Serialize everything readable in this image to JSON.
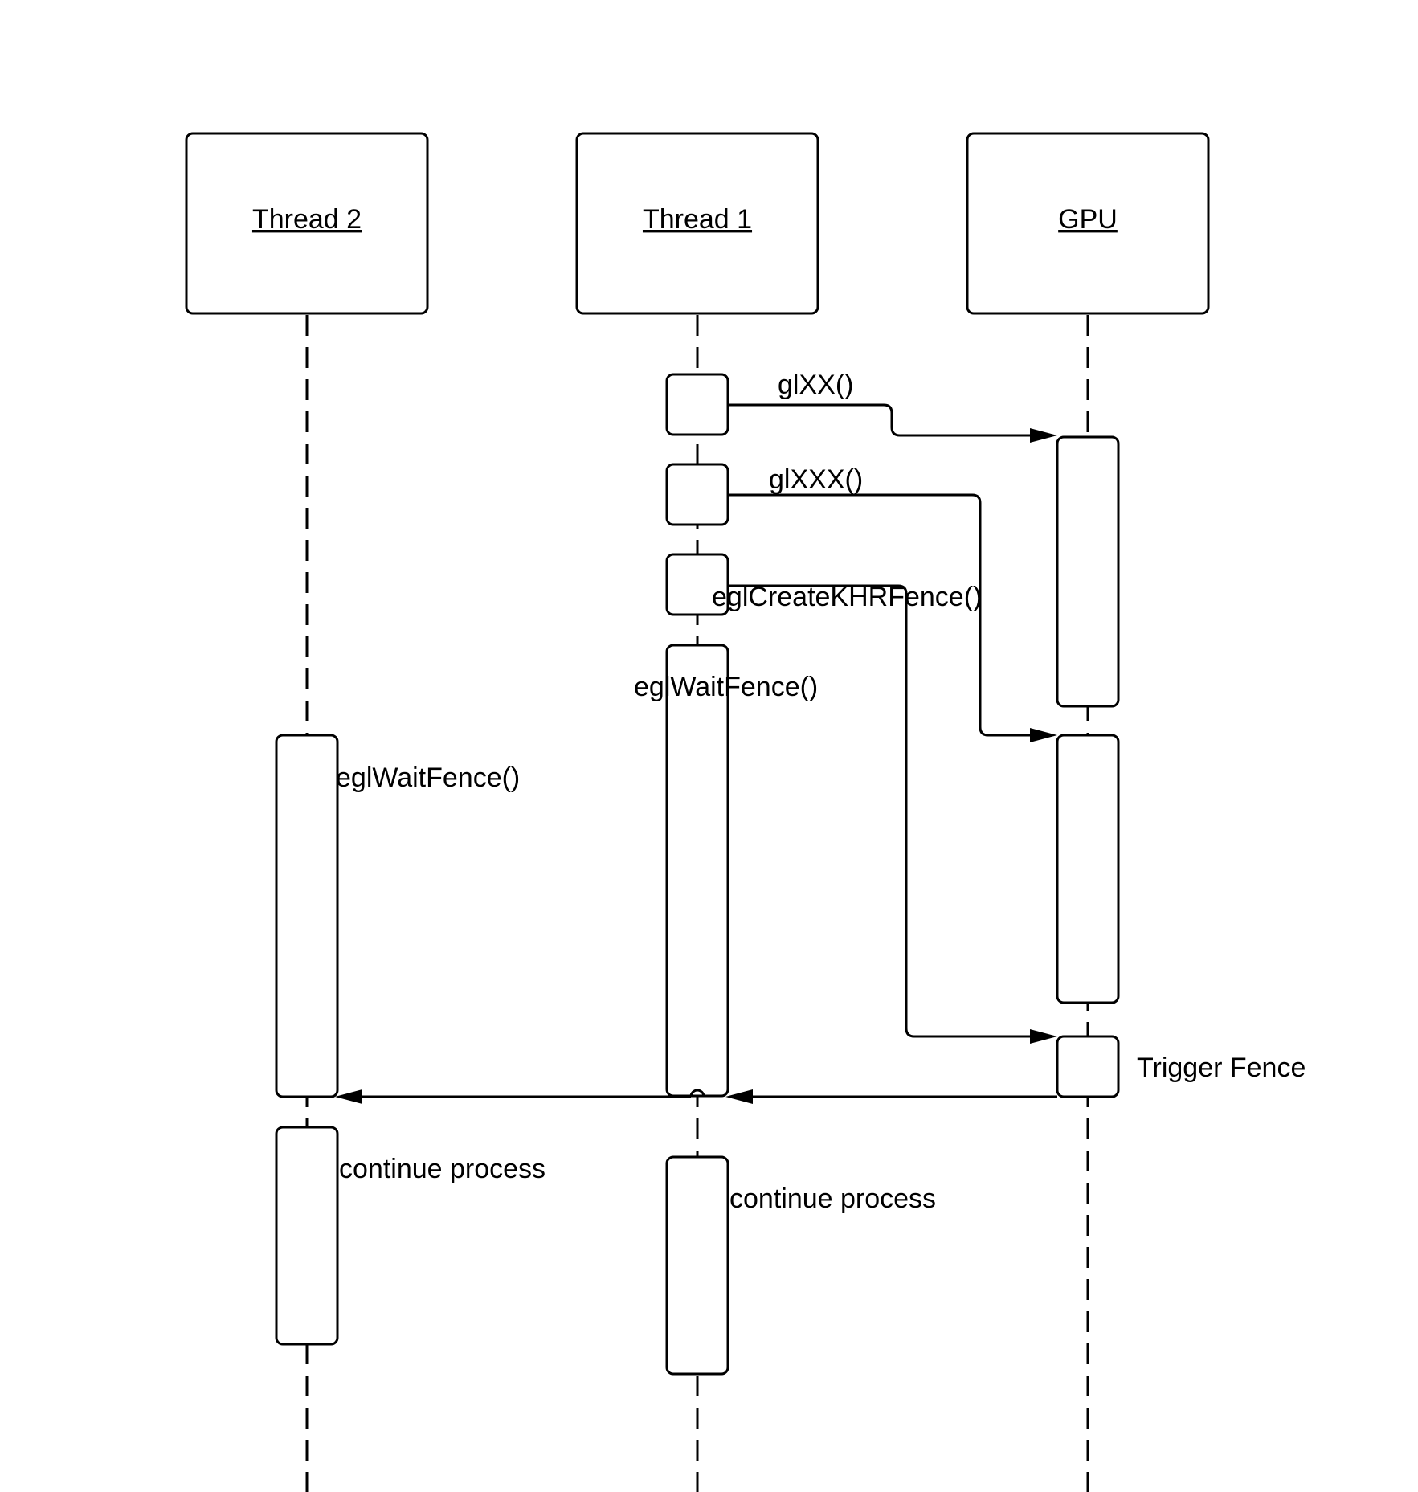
{
  "participants": {
    "thread2": {
      "label": "Thread 2"
    },
    "thread1": {
      "label": "Thread 1"
    },
    "gpu": {
      "label": "GPU"
    }
  },
  "messages": {
    "glxx": "glXX()",
    "glxxx": "glXXX()",
    "create_fence": "eglCreateKHRFence()",
    "wait_fence_thread1": "eglWaitFence()",
    "wait_fence_thread2": "eglWaitFence()",
    "trigger_fence": "Trigger Fence",
    "continue_thread2": "continue process",
    "continue_thread1": "continue process"
  }
}
